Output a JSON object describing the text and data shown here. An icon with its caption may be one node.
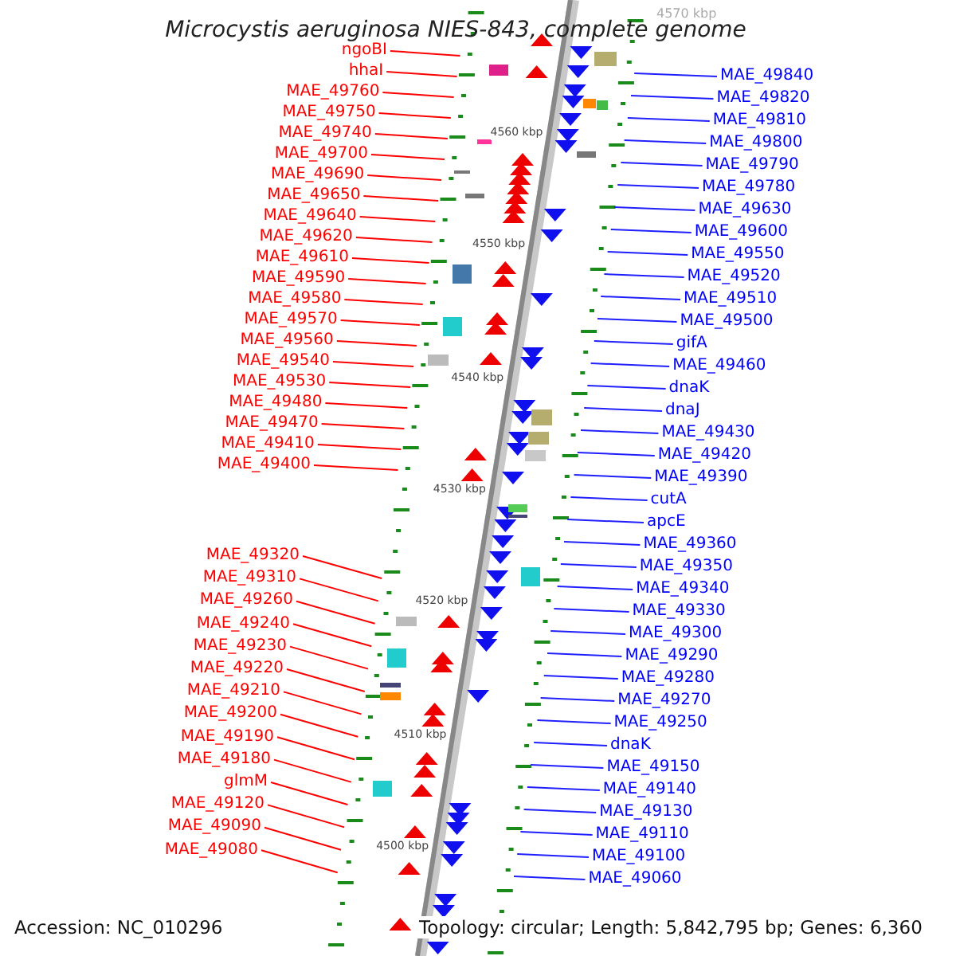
{
  "diagram": {
    "title": "Microcystis aeruginosa NIES-843, complete genome",
    "nodes": [
      {
        "text": [
          "ngoBI"
        ]
      },
      {
        "text": [
          "hhaI"
        ]
      },
      {
        "text": [
          "MAE_49760"
        ]
      },
      {
        "text": [
          "MAE_49750"
        ]
      },
      {
        "text": [
          "MAE_49740"
        ]
      },
      {
        "text": [
          "MAE_49700"
        ]
      },
      {
        "text": [
          "MAE_49690"
        ]
      },
      {
        "text": [
          "MAE_49650"
        ]
      },
      {
        "text": [
          "MAE_49640"
        ]
      },
      {
        "text": [
          "MAE_49620"
        ]
      },
      {
        "text": [
          "MAE_49610"
        ]
      },
      {
        "text": [
          "MAE_49590"
        ]
      },
      {
        "text": [
          "MAE_49580"
        ]
      },
      {
        "text": [
          "MAE_49570"
        ]
      },
      {
        "text": [
          "MAE_49560"
        ]
      },
      {
        "text": [
          "MAE_49540"
        ]
      },
      {
        "text": [
          "MAE_49530"
        ]
      },
      {
        "text": [
          "MAE_49480"
        ]
      },
      {
        "text": [
          "MAE_49470"
        ]
      },
      {
        "text": [
          "MAE_49410"
        ]
      },
      {
        "text": [
          "MAE_49400"
        ]
      },
      {
        "text": [
          "MAE_49320"
        ]
      },
      {
        "text": [
          "MAE_49310"
        ]
      },
      {
        "text": [
          "MAE_49260"
        ]
      },
      {
        "text": [
          "MAE_49240"
        ]
      },
      {
        "text": [
          "MAE_49230"
        ]
      },
      {
        "text": [
          "MAE_49220"
        ]
      },
      {
        "text": [
          "MAE_49210"
        ]
      },
      {
        "text": [
          "MAE_49200"
        ]
      },
      {
        "text": [
          "MAE_49190"
        ]
      },
      {
        "text": [
          "MAE_49180"
        ]
      },
      {
        "text": [
          "glmM"
        ]
      },
      {
        "text": [
          "MAE_49120"
        ]
      },
      {
        "text": [
          "MAE_49090"
        ]
      },
      {
        "text": [
          "MAE_49080"
        ]
      },
      {
        "text": [
          "MAE_49840"
        ]
      },
      {
        "text": [
          "MAE_49820"
        ]
      },
      {
        "text": [
          "MAE_49810"
        ]
      },
      {
        "text": [
          "MAE_49800"
        ]
      },
      {
        "text": [
          "MAE_49790"
        ]
      },
      {
        "text": [
          "MAE_49780"
        ]
      },
      {
        "text": [
          "MAE_49630"
        ]
      },
      {
        "text": [
          "MAE_49600"
        ]
      },
      {
        "text": [
          "MAE_49550"
        ]
      },
      {
        "text": [
          "MAE_49520"
        ]
      },
      {
        "text": [
          "MAE_49510"
        ]
      },
      {
        "text": [
          "MAE_49500"
        ]
      },
      {
        "text": [
          "gifA"
        ]
      },
      {
        "text": [
          "MAE_49460"
        ]
      },
      {
        "text": [
          "dnaK"
        ]
      },
      {
        "text": [
          "dnaJ"
        ]
      },
      {
        "text": [
          "MAE_49430"
        ]
      },
      {
        "text": [
          "MAE_49420"
        ]
      },
      {
        "text": [
          "MAE_49390"
        ]
      },
      {
        "text": [
          "cutA"
        ]
      },
      {
        "text": [
          "apcE"
        ]
      },
      {
        "text": [
          "MAE_49360"
        ]
      },
      {
        "text": [
          "MAE_49350"
        ]
      },
      {
        "text": [
          "MAE_49340"
        ]
      },
      {
        "text": [
          "MAE_49330"
        ]
      },
      {
        "text": [
          "MAE_49300"
        ]
      },
      {
        "text": [
          "MAE_49290"
        ]
      },
      {
        "text": [
          "MAE_49280"
        ]
      },
      {
        "text": [
          "MAE_49270"
        ]
      },
      {
        "text": [
          "MAE_49250"
        ]
      },
      {
        "text": [
          "dnaK"
        ]
      },
      {
        "text": [
          "MAE_49150"
        ]
      },
      {
        "text": [
          "MAE_49140"
        ]
      },
      {
        "text": [
          "MAE_49130"
        ]
      },
      {
        "text": [
          "MAE_49110"
        ]
      },
      {
        "text": [
          "MAE_49100"
        ]
      },
      {
        "text": [
          "MAE_49060"
        ]
      }
    ],
    "edges": [
      {
        "from": 0,
        "to": null,
        "arrow": "none",
        "color": "#ff0000"
      },
      {
        "from": 1,
        "to": null,
        "arrow": "none",
        "color": "#ff0000"
      },
      {
        "from": 2,
        "to": null,
        "arrow": "none",
        "color": "#ff0000"
      },
      {
        "from": 3,
        "to": null,
        "arrow": "none",
        "color": "#ff0000"
      },
      {
        "from": 4,
        "to": null,
        "arrow": "none",
        "color": "#ff0000"
      },
      {
        "from": 5,
        "to": null,
        "arrow": "none",
        "color": "#ff0000"
      },
      {
        "from": 6,
        "to": null,
        "arrow": "none",
        "color": "#ff0000"
      },
      {
        "from": 7,
        "to": null,
        "arrow": "none",
        "color": "#ff0000"
      },
      {
        "from": 8,
        "to": null,
        "arrow": "none",
        "color": "#ff0000"
      },
      {
        "from": 9,
        "to": null,
        "arrow": "none",
        "color": "#ff0000"
      },
      {
        "from": 10,
        "to": null,
        "arrow": "none",
        "color": "#ff0000"
      },
      {
        "from": 11,
        "to": null,
        "arrow": "none",
        "color": "#ff0000"
      },
      {
        "from": 12,
        "to": null,
        "arrow": "none",
        "color": "#ff0000"
      },
      {
        "from": 13,
        "to": null,
        "arrow": "none",
        "color": "#ff0000"
      },
      {
        "from": 14,
        "to": null,
        "arrow": "none",
        "color": "#ff0000"
      },
      {
        "from": 15,
        "to": null,
        "arrow": "none",
        "color": "#ff0000"
      },
      {
        "from": 16,
        "to": null,
        "arrow": "none",
        "color": "#ff0000"
      },
      {
        "from": 17,
        "to": null,
        "arrow": "none",
        "color": "#ff0000"
      },
      {
        "from": 18,
        "to": null,
        "arrow": "none",
        "color": "#ff0000"
      },
      {
        "from": 19,
        "to": null,
        "arrow": "none",
        "color": "#ff0000"
      },
      {
        "from": 20,
        "to": null,
        "arrow": "none",
        "color": "#ff0000"
      },
      {
        "from": 21,
        "to": null,
        "arrow": "none",
        "color": "#ff0000"
      },
      {
        "from": 22,
        "to": null,
        "arrow": "none",
        "color": "#ff0000"
      },
      {
        "from": 23,
        "to": null,
        "arrow": "none",
        "color": "#ff0000"
      },
      {
        "from": 24,
        "to": null,
        "arrow": "none",
        "color": "#ff0000"
      },
      {
        "from": 25,
        "to": null,
        "arrow": "none",
        "color": "#ff0000"
      },
      {
        "from": 26,
        "to": null,
        "arrow": "none",
        "color": "#ff0000"
      },
      {
        "from": 27,
        "to": null,
        "arrow": "none",
        "color": "#ff0000"
      },
      {
        "from": 28,
        "to": null,
        "arrow": "none",
        "color": "#ff0000"
      },
      {
        "from": 29,
        "to": null,
        "arrow": "none",
        "color": "#ff0000"
      },
      {
        "from": 30,
        "to": null,
        "arrow": "none",
        "color": "#ff0000"
      },
      {
        "from": 31,
        "to": null,
        "arrow": "none",
        "color": "#ff0000"
      },
      {
        "from": 32,
        "to": null,
        "arrow": "none",
        "color": "#ff0000"
      },
      {
        "from": 33,
        "to": null,
        "arrow": "none",
        "color": "#ff0000"
      },
      {
        "from": 34,
        "to": null,
        "arrow": "none",
        "color": "#ff0000"
      },
      {
        "from": 35,
        "to": null,
        "arrow": "none"
      },
      {
        "from": 36,
        "to": null,
        "arrow": "none"
      },
      {
        "from": 37,
        "to": null,
        "arrow": "none"
      },
      {
        "from": 38,
        "to": null,
        "arrow": "none"
      },
      {
        "from": 39,
        "to": null,
        "arrow": "none"
      },
      {
        "from": 40,
        "to": null,
        "arrow": "none"
      },
      {
        "from": 41,
        "to": null,
        "arrow": "none"
      },
      {
        "from": 42,
        "to": null,
        "arrow": "none"
      },
      {
        "from": 43,
        "to": null,
        "arrow": "none"
      },
      {
        "from": 44,
        "to": null,
        "arrow": "none"
      },
      {
        "from": 45,
        "to": null,
        "arrow": "none"
      },
      {
        "from": 46,
        "to": null,
        "arrow": "none"
      },
      {
        "from": 47,
        "to": null,
        "arrow": "none"
      },
      {
        "from": 48,
        "to": null,
        "arrow": "none"
      },
      {
        "from": 49,
        "to": null,
        "arrow": "none"
      },
      {
        "from": 50,
        "to": null,
        "arrow": "none"
      },
      {
        "from": 51,
        "to": null,
        "arrow": "none"
      },
      {
        "from": 52,
        "to": null,
        "arrow": "none"
      },
      {
        "from": 53,
        "to": null,
        "arrow": "none"
      },
      {
        "from": 54,
        "to": null,
        "arrow": "none"
      },
      {
        "from": 55,
        "to": null,
        "arrow": "none"
      },
      {
        "from": 56,
        "to": null,
        "arrow": "none"
      },
      {
        "from": 57,
        "to": null,
        "arrow": "none"
      },
      {
        "from": 58,
        "to": null,
        "arrow": "none"
      },
      {
        "from": 59,
        "to": null,
        "arrow": "none"
      },
      {
        "from": 60,
        "to": null,
        "arrow": "none"
      },
      {
        "from": 61,
        "to": null,
        "arrow": "none"
      },
      {
        "from": 62,
        "to": null,
        "arrow": "none"
      },
      {
        "from": 63,
        "to": null,
        "arrow": "none"
      },
      {
        "from": 64,
        "to": null,
        "arrow": "none"
      },
      {
        "from": 65,
        "to": null,
        "arrow": "none"
      },
      {
        "from": 66,
        "to": null,
        "arrow": "none"
      },
      {
        "from": 67,
        "to": null,
        "arrow": "none"
      },
      {
        "from": 68,
        "to": null,
        "arrow": "none"
      },
      {
        "from": 69,
        "to": null,
        "arrow": "none"
      },
      {
        "from": 70,
        "to": null,
        "arrow": "none"
      },
      {
        "from": 71,
        "to": null,
        "arrow": "none"
      }
    ],
    "labels": [
      "4570 kbp",
      "4560 kbp",
      "4550 kbp",
      "4540 kbp",
      "4530 kbp",
      "4520 kbp",
      "4510 kbp",
      "4500 kbp",
      "Accession: NC_010296",
      "Topology: circular; Length: 5,842,795 bp; Genes: 6,360"
    ]
  }
}
